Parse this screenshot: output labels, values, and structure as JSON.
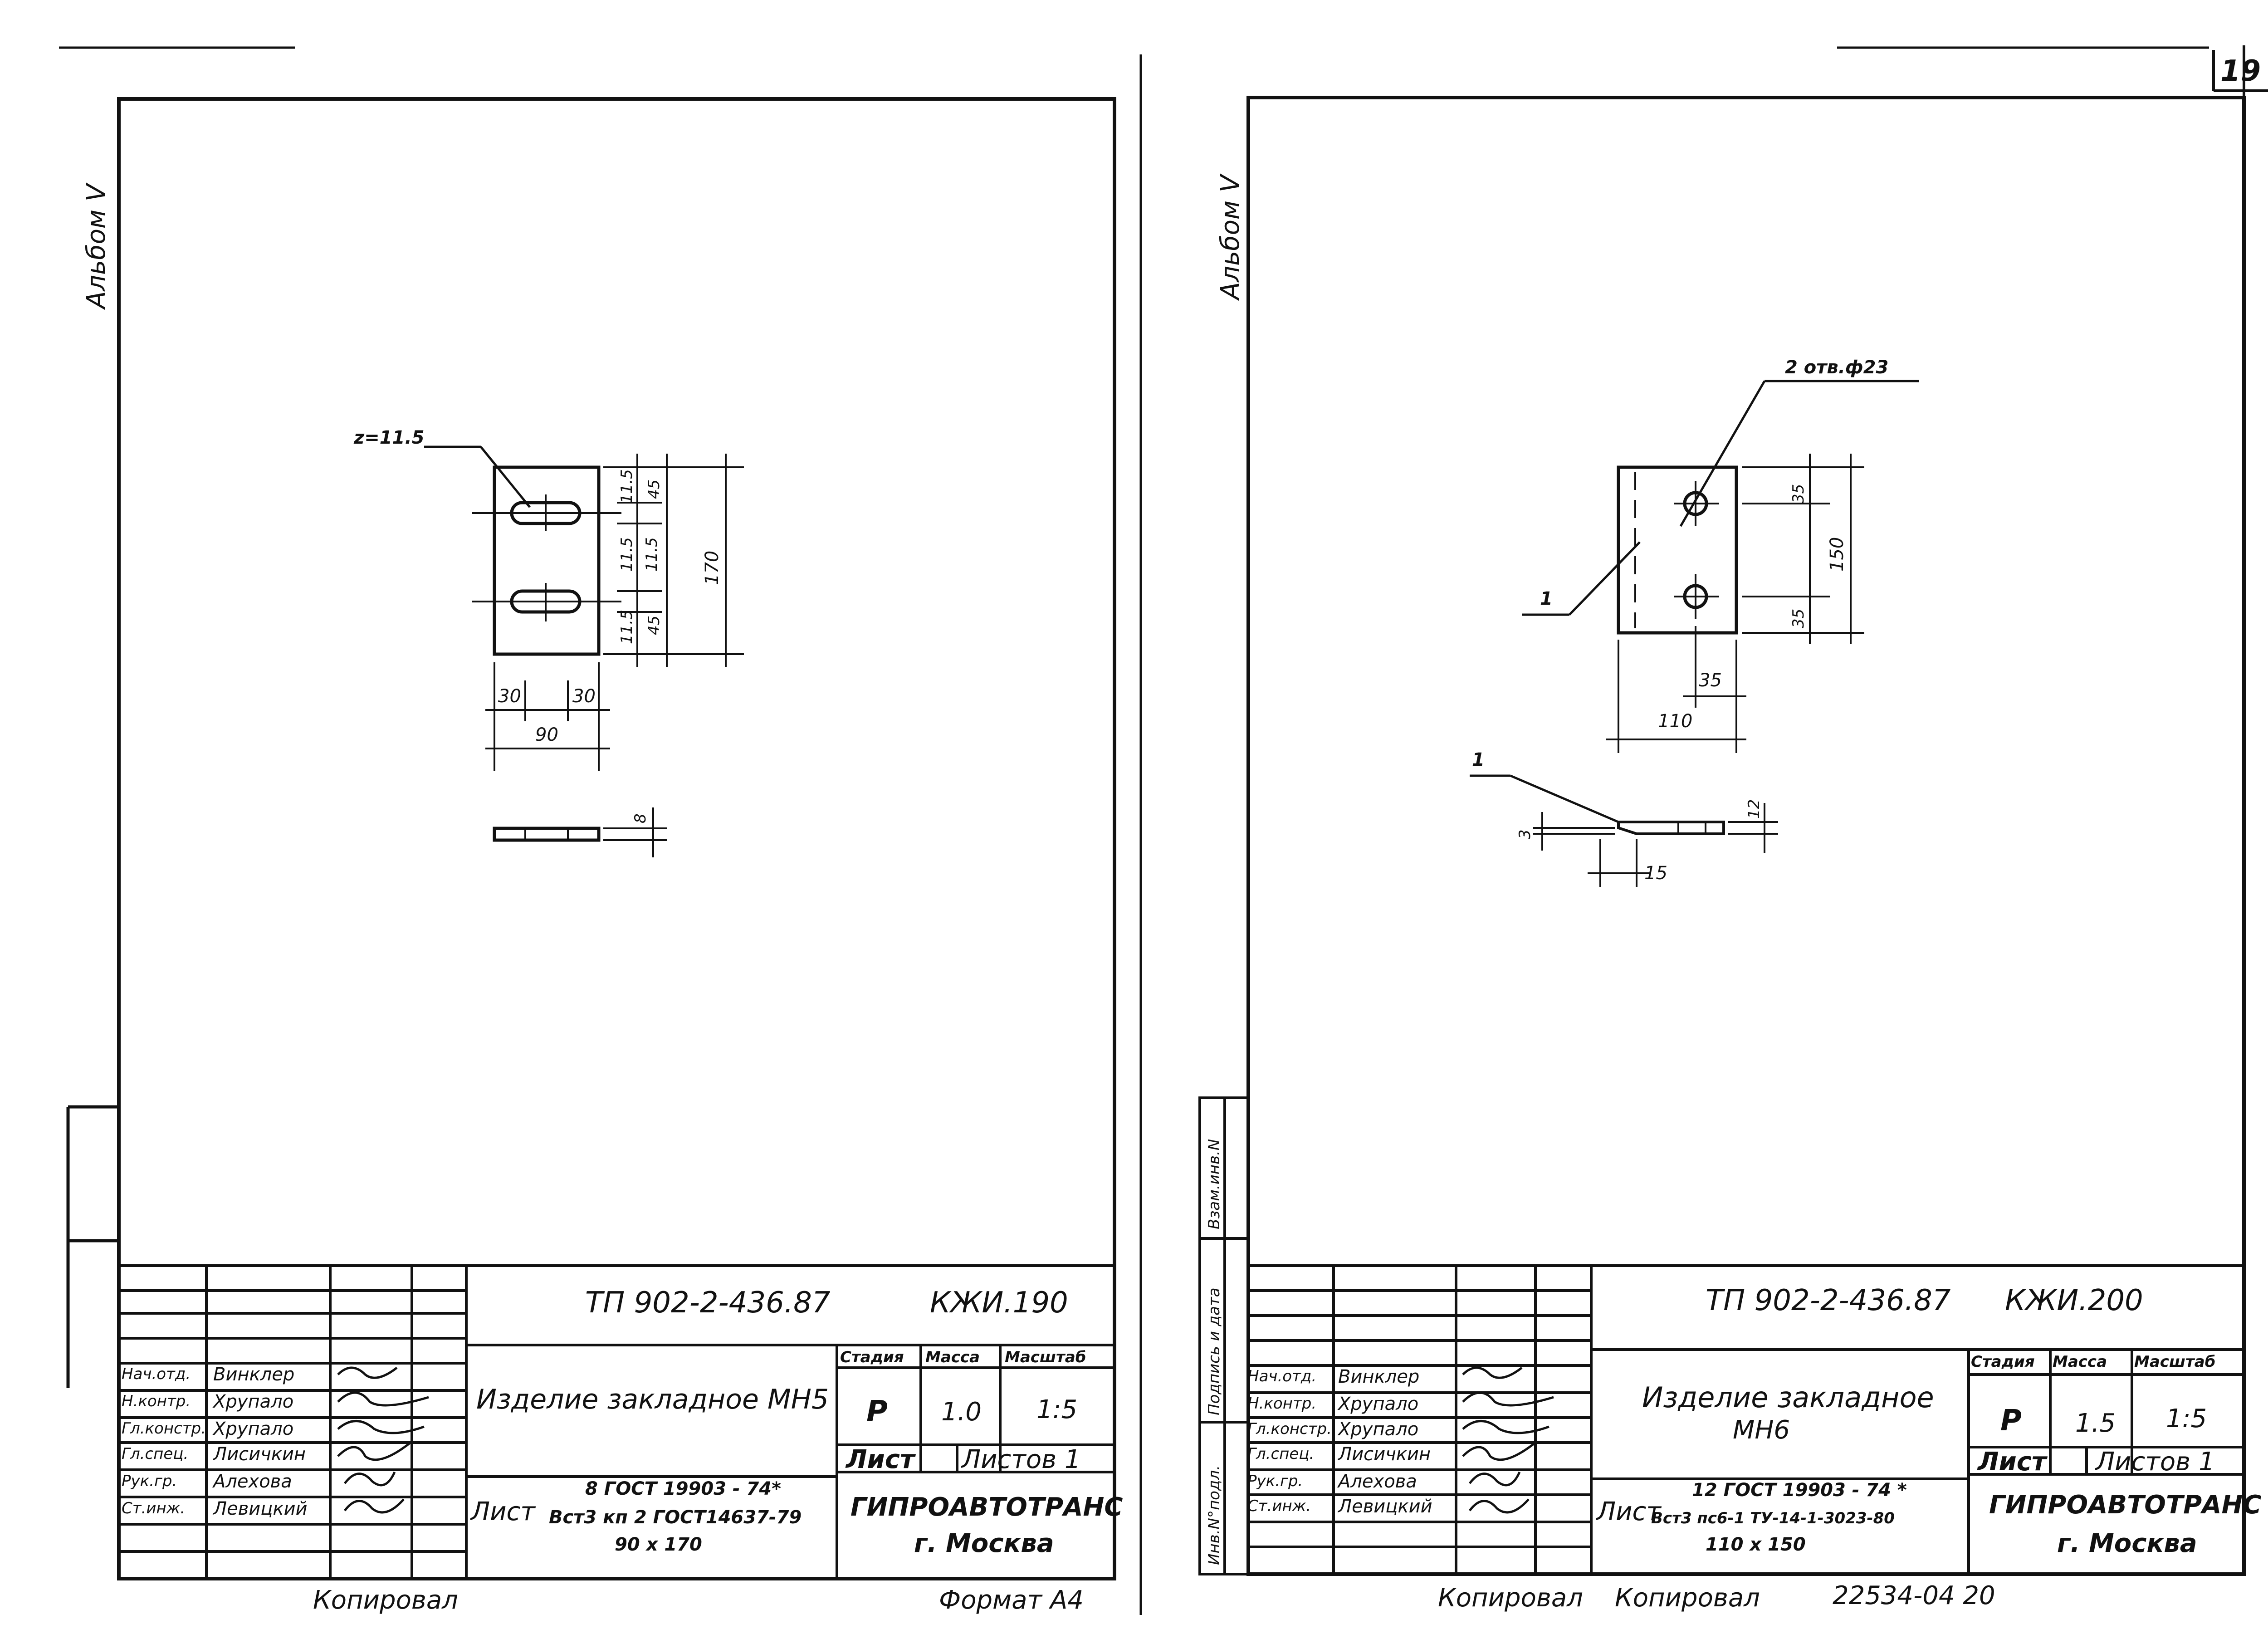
{
  "page_number": "19",
  "album_label": "Альбом V",
  "stamp_vertical": [
    "Инв.N°подл.",
    "Подпись и дата",
    "Взам.инв.N"
  ],
  "left_sheet": {
    "drawing": {
      "callout": "z=11.5",
      "dims": [
        "11.5",
        "45",
        "11.5",
        "11.5",
        "11.5",
        "45",
        "170",
        "30",
        "30",
        "90",
        "8"
      ]
    },
    "title_block": {
      "doc_code": "ТП 902-2-436.87",
      "sheet_code": "КЖИ.190",
      "item_title": "Изделие закладное МН5",
      "col_stage": "Стадия",
      "col_mass": "Масса",
      "col_scale": "Масштаб",
      "stage": "Р",
      "mass": "1.0",
      "scale": "1:5",
      "sheet_label": "Лист",
      "sheets_label": "Листов 1",
      "material_prefix": "Лист",
      "material_line1": "8 ГОСТ 19903 - 74*",
      "material_line2": "Вст3 кп 2 ГОСТ14637-79",
      "material_line3": "90 х 170",
      "org": "ГИПРОАВТОТРАНС",
      "city": "г. Москва",
      "staff": [
        {
          "role": "Нач.отд.",
          "name": "Винклер"
        },
        {
          "role": "Н.контр.",
          "name": "Хрупало"
        },
        {
          "role": "Гл.констр.",
          "name": "Хрупало"
        },
        {
          "role": "Гл.спец.",
          "name": "Лисичкин"
        },
        {
          "role": "Рук.гр.",
          "name": "Алехова"
        },
        {
          "role": "Ст.инж.",
          "name": "Левицкий"
        }
      ]
    },
    "footer_left": "Копировал",
    "footer_right": "Формат А4"
  },
  "right_sheet": {
    "drawing": {
      "callout_holes": "2 отв.ф23",
      "callout_1a": "1",
      "callout_1b": "1",
      "dims": [
        "35",
        "150",
        "35",
        "35",
        "110",
        "3",
        "15",
        "12"
      ]
    },
    "title_block": {
      "doc_code": "ТП 902-2-436.87",
      "sheet_code": "КЖИ.200",
      "item_title_line1": "Изделие закладное",
      "item_title_line2": "МН6",
      "col_stage": "Стадия",
      "col_mass": "Масса",
      "col_scale": "Масштаб",
      "stage": "Р",
      "mass": "1.5",
      "scale": "1:5",
      "sheet_label": "Лист",
      "sheets_label": "Листов 1",
      "material_prefix": "Лист",
      "material_line1": "12 ГОСТ 19903 - 74 *",
      "material_line2": "Вст3 пс6-1 ТУ-14-1-3023-80",
      "material_line3": "110 х 150",
      "org": "ГИПРОАВТОТРАНС",
      "city": "г. Москва",
      "staff": [
        {
          "role": "Нач.отд.",
          "name": "Винклер"
        },
        {
          "role": "Н.контр.",
          "name": "Хрупало"
        },
        {
          "role": "Гл.констр.",
          "name": "Хрупало"
        },
        {
          "role": "Гл.спец.",
          "name": "Лисичкин"
        },
        {
          "role": "Рук.гр.",
          "name": "Алехова"
        },
        {
          "role": "Ст.инж.",
          "name": "Левицкий"
        }
      ]
    },
    "footer_left": "Копировал",
    "footer_mid": "Копировал",
    "footer_right": "22534-04 20"
  }
}
